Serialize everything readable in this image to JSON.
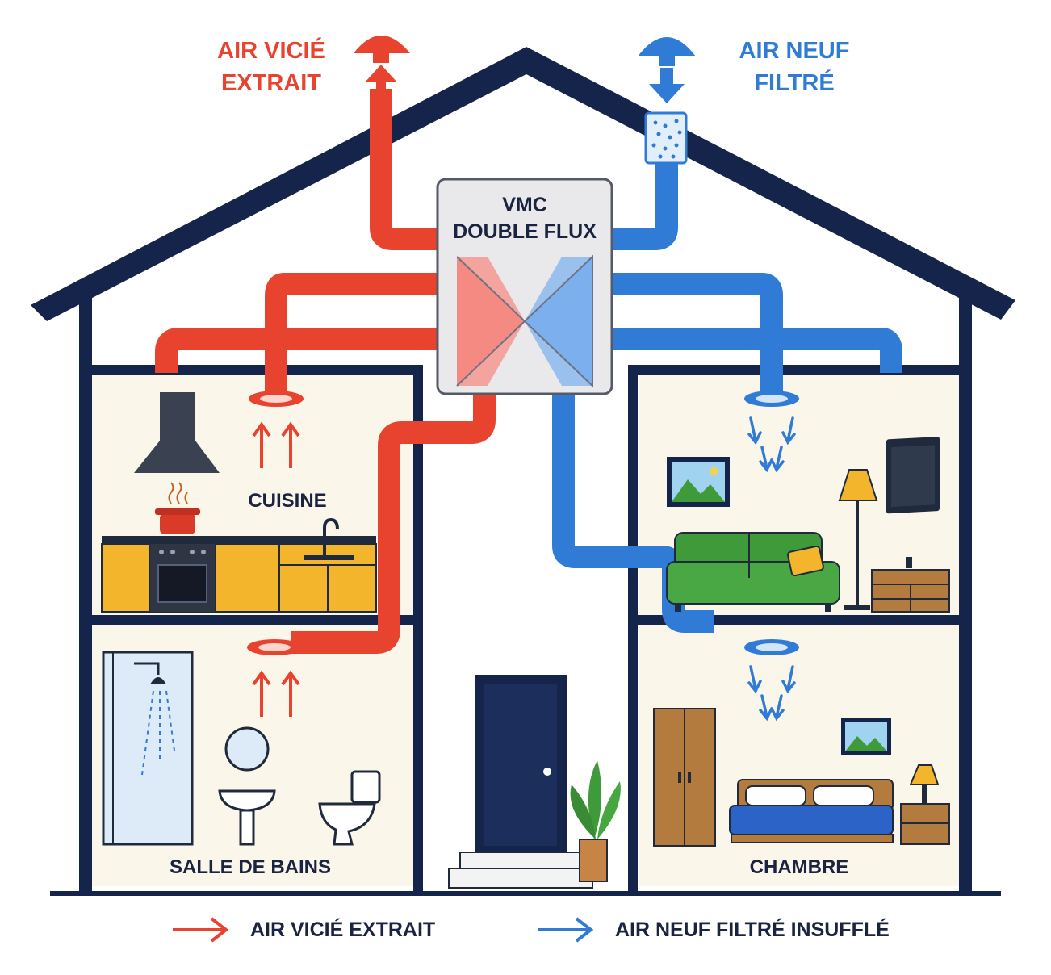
{
  "top_labels": {
    "exhaust_line1": "AIR VICIÉ",
    "exhaust_line2": "EXTRAIT",
    "intake_line1": "AIR NEUF",
    "intake_line2": "FILTRÉ"
  },
  "unit": {
    "line1": "VMC",
    "line2": "DOUBLE FLUX"
  },
  "rooms": {
    "kitchen": "CUISINE",
    "bathroom": "SALLE DE BAINS",
    "bedroom": "CHAMBRE"
  },
  "legend": {
    "exhaust": "AIR VICIÉ EXTRAIT",
    "supply": "AIR NEUF FILTRÉ INSUFFLÉ"
  },
  "colors": {
    "exhaust": "#e8432e",
    "supply": "#2f7bd6",
    "outline": "#14244a",
    "room_bg": "#fbf6ea",
    "cabinet": "#f3b52b",
    "sofa": "#3f9a3a",
    "wood": "#b47b3f",
    "bed": "#2b63c7"
  }
}
